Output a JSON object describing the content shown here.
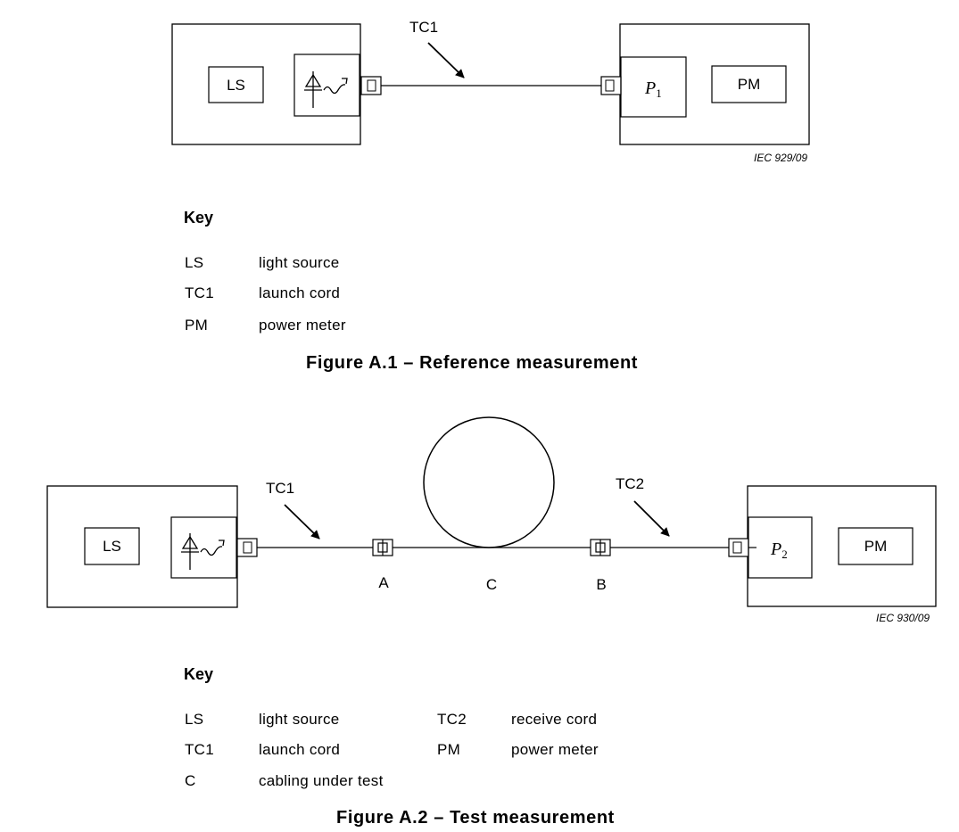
{
  "fig1": {
    "ls_label": "LS",
    "pm_label": "PM",
    "tc1_label": "TC1",
    "p_symbol": "P",
    "p_sub": "1",
    "iec_ref": "IEC  929/09"
  },
  "key1": {
    "title": "Key",
    "rows": [
      {
        "abbr": "LS",
        "desc": "light source"
      },
      {
        "abbr": "TC1",
        "desc": "launch cord"
      },
      {
        "abbr": "PM",
        "desc": "power meter"
      }
    ]
  },
  "caption1": "Figure A.1 – Reference measurement",
  "fig2": {
    "ls_label": "LS",
    "pm_label": "PM",
    "tc1_label": "TC1",
    "tc2_label": "TC2",
    "point_a": "A",
    "point_b": "B",
    "point_c": "C",
    "p_symbol": "P",
    "p_sub": "2",
    "iec_ref": "IEC  930/09"
  },
  "key2": {
    "title": "Key",
    "left": [
      {
        "abbr": "LS",
        "desc": "light source"
      },
      {
        "abbr": "TC1",
        "desc": "launch cord"
      },
      {
        "abbr": "C",
        "desc": "cabling under test"
      }
    ],
    "right": [
      {
        "abbr": "TC2",
        "desc": "receive cord"
      },
      {
        "abbr": "PM",
        "desc": "power meter"
      }
    ]
  },
  "caption2": "Figure A.2 – Test measurement"
}
